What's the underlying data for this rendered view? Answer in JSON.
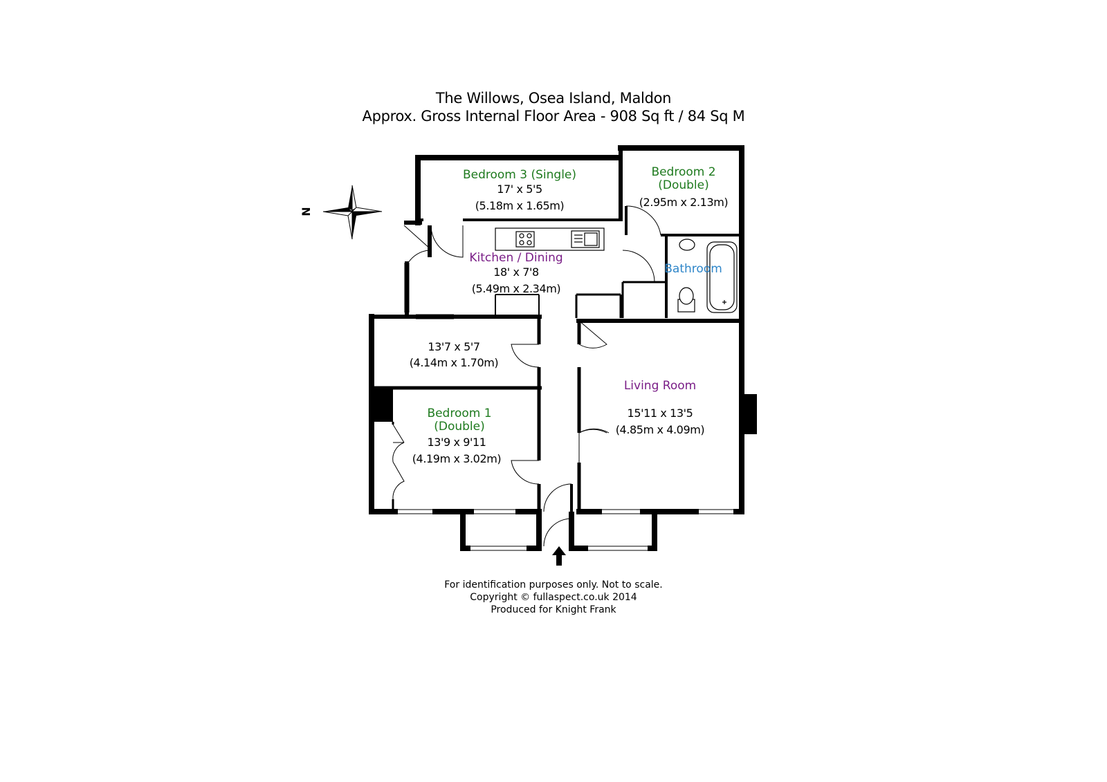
{
  "header": {
    "title": "The Willows, Osea Island, Maldon",
    "area": "Approx. Gross Internal Floor Area - 908 Sq ft / 84 Sq M"
  },
  "compass": {
    "label": "N"
  },
  "rooms": {
    "bedroom3": {
      "name": "Bedroom 3 (Single)",
      "imperial": "17' x 5'5",
      "metric": "(5.18m x 1.65m)"
    },
    "bedroom2": {
      "name": "Bedroom 2",
      "name2": "(Double)",
      "metric": "(2.95m x 2.13m)"
    },
    "kitchen": {
      "name": "Kitchen / Dining",
      "imperial": "18' x 7'8",
      "metric": "(5.49m x 2.34m)"
    },
    "bathroom": {
      "name": "Bathroom"
    },
    "study": {
      "imperial": "13'7 x 5'7",
      "metric": "(4.14m x 1.70m)"
    },
    "bedroom1": {
      "name": "Bedroom 1",
      "name2": "(Double)",
      "imperial": "13'9 x 9'11",
      "metric": "(4.19m x 3.02m)"
    },
    "living": {
      "name": "Living Room",
      "imperial": "15'11 x 13'5",
      "metric": "(4.85m x 4.09m)"
    }
  },
  "footer": {
    "line1": "For identification purposes only. Not to scale.",
    "line2": "Copyright © fullaspect.co.uk 2014",
    "line3": "Produced for Knight Frank"
  },
  "colors": {
    "green": "#1e7a1e",
    "purple": "#7a1e87",
    "blue": "#2f86c9",
    "wall": "#000000"
  }
}
